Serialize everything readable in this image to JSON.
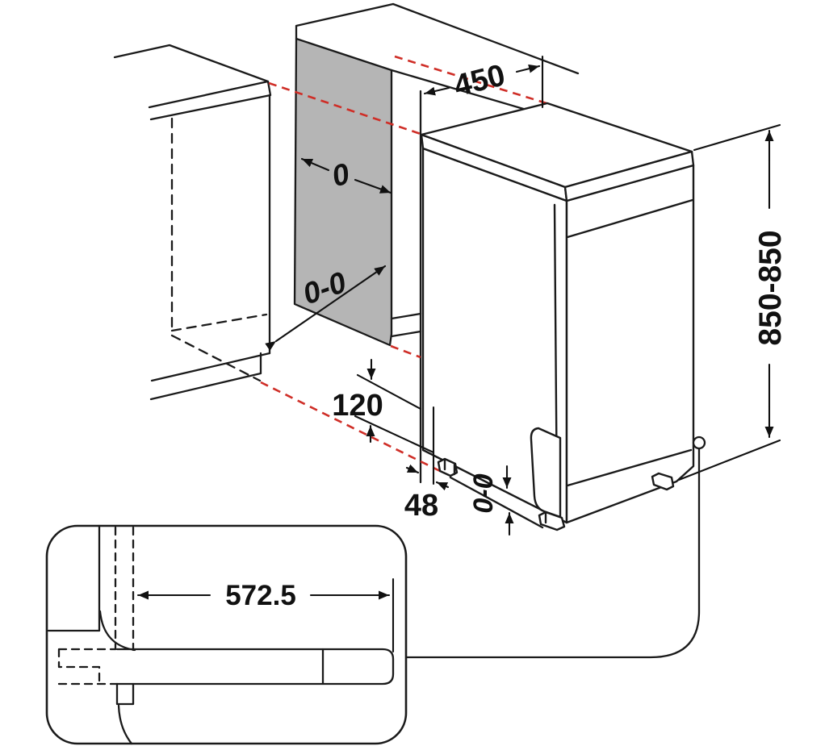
{
  "diagram_title": "dishwasher-installation-dimensions",
  "dimensions": {
    "width_top": "450",
    "side_clearance": "0",
    "niche_width": "0-0",
    "height_range": "850-850",
    "plinth_height": "120",
    "plinth_depth": "48",
    "feet_adjustment": "0-0",
    "depth_detail": "572.5"
  },
  "colors": {
    "accent_red": "#cf2e27",
    "panel_gray": "#b5b5b5",
    "line": "#1a1a1a",
    "background": "#ffffff"
  }
}
